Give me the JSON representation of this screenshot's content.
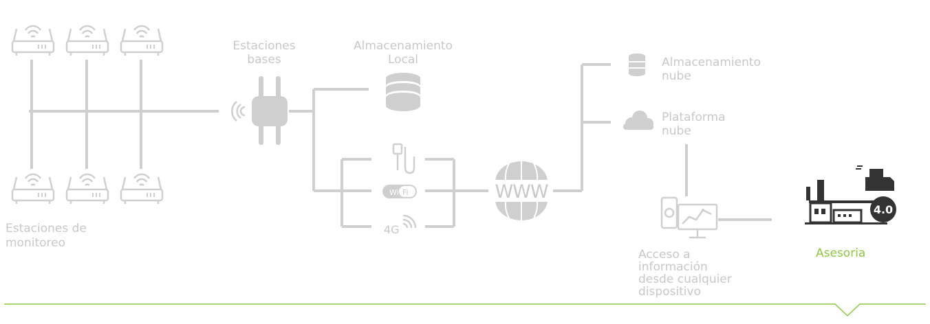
{
  "labels": {
    "monitoring_l1": "Estaciones de",
    "monitoring_l2": "monitoreo",
    "base_l1": "Estaciones",
    "base_l2": "bases",
    "local_l1": "Almacenamiento",
    "local_l2": "Local",
    "cloud_storage_l1": "Almacenamiento",
    "cloud_storage_l2": "nube",
    "platform_l1": "Plataforma",
    "platform_l2": "nube",
    "access_l1": "Acceso a",
    "access_l2": "información",
    "access_l3": "desde cualquier",
    "access_l4": "dispositivo",
    "advisory": "Asesoria"
  },
  "icons": {
    "www": "WWW",
    "wifi": "Wi Fi",
    "cellular": "4G",
    "industry_badge": "4.0"
  },
  "colors": {
    "grey": "#c8c8c8",
    "green": "#8dc63f",
    "dark_icon": "#333333"
  }
}
